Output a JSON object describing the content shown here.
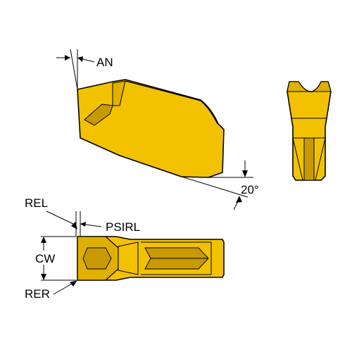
{
  "labels": {
    "an": "AN",
    "angle": "20°",
    "rel": "REL",
    "psirl": "PSIRL",
    "cw": "CW",
    "rer": "RER"
  },
  "colors": {
    "insert_fill": "#F2C200",
    "insert_shadow": "#C99A00",
    "outline": "#000000",
    "background": "#FFFFFF"
  }
}
